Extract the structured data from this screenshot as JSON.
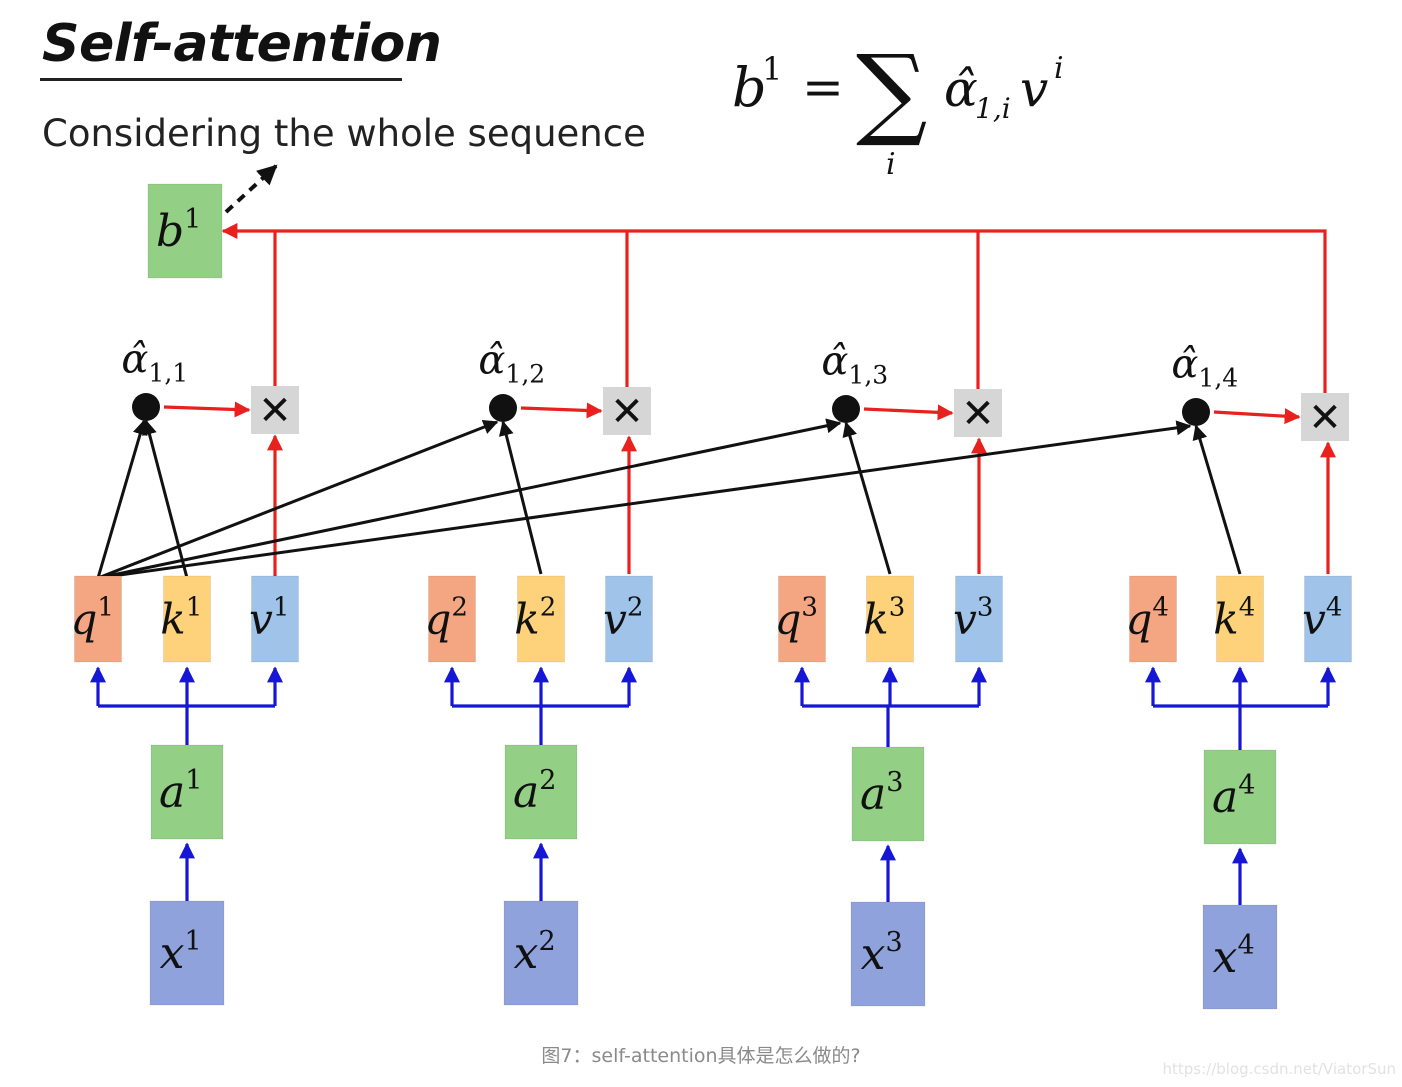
{
  "header": {
    "title": "Self-attention",
    "subtitle": "Considering the whole sequence"
  },
  "formula": {
    "lhs_base": "b",
    "lhs_sup": "1",
    "equals": "=",
    "sigma": "∑",
    "sigma_index": "i",
    "term_alpha": "α̂",
    "term_alpha_sub": "1,i",
    "term_v": "v",
    "term_v_sup": "i"
  },
  "output": {
    "base": "b",
    "sup": "1"
  },
  "columns": [
    {
      "x": {
        "base": "x",
        "sup": "1"
      },
      "a": {
        "base": "a",
        "sup": "1"
      },
      "q": {
        "base": "q",
        "sup": "1"
      },
      "k": {
        "base": "k",
        "sup": "1"
      },
      "v": {
        "base": "v",
        "sup": "1"
      },
      "alpha": {
        "base": "α̂",
        "sub": "1,1"
      }
    },
    {
      "x": {
        "base": "x",
        "sup": "2"
      },
      "a": {
        "base": "a",
        "sup": "2"
      },
      "q": {
        "base": "q",
        "sup": "2"
      },
      "k": {
        "base": "k",
        "sup": "2"
      },
      "v": {
        "base": "v",
        "sup": "2"
      },
      "alpha": {
        "base": "α̂",
        "sub": "1,2"
      }
    },
    {
      "x": {
        "base": "x",
        "sup": "3"
      },
      "a": {
        "base": "a",
        "sup": "3"
      },
      "q": {
        "base": "q",
        "sup": "3"
      },
      "k": {
        "base": "k",
        "sup": "3"
      },
      "v": {
        "base": "v",
        "sup": "3"
      },
      "alpha": {
        "base": "α̂",
        "sub": "1,3"
      }
    },
    {
      "x": {
        "base": "x",
        "sup": "4"
      },
      "a": {
        "base": "a",
        "sup": "4"
      },
      "q": {
        "base": "q",
        "sup": "4"
      },
      "k": {
        "base": "k",
        "sup": "4"
      },
      "v": {
        "base": "v",
        "sup": "4"
      },
      "alpha": {
        "base": "α̂",
        "sub": "1,4"
      }
    }
  ],
  "multiply_symbol": "✕",
  "colors": {
    "q_fill": "#f4a582",
    "k_fill": "#fdd27a",
    "v_fill": "#9fc3e9",
    "a_fill": "#93cf85",
    "x_fill": "#8fa2dc",
    "b_fill": "#93cf85",
    "mult_fill": "#d6d6d6",
    "red_line": "#e8201e",
    "blue_line": "#1616d6",
    "black_line": "#111111"
  },
  "caption": "图7：self-attention具体是怎么做的?",
  "watermark": "https://blog.csdn.net/ViatorSun"
}
